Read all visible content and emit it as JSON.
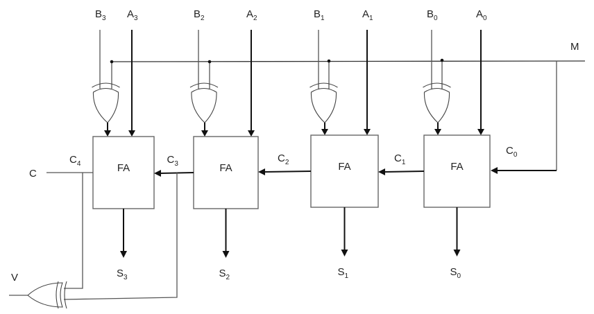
{
  "title": "4-bit adder-subtractor with overflow detection",
  "control_input": {
    "label": "M"
  },
  "carry_out": {
    "label": "C"
  },
  "overflow_out": {
    "label": "V"
  },
  "stages": [
    {
      "block": "FA",
      "a": {
        "base": "A",
        "sub": "3"
      },
      "b": {
        "base": "B",
        "sub": "3"
      },
      "s": {
        "base": "S",
        "sub": "3"
      },
      "cout": {
        "base": "C",
        "sub": "4"
      }
    },
    {
      "block": "FA",
      "a": {
        "base": "A",
        "sub": "2"
      },
      "b": {
        "base": "B",
        "sub": "2"
      },
      "s": {
        "base": "S",
        "sub": "2"
      },
      "cout": {
        "base": "C",
        "sub": "3"
      }
    },
    {
      "block": "FA",
      "a": {
        "base": "A",
        "sub": "1"
      },
      "b": {
        "base": "B",
        "sub": "1"
      },
      "s": {
        "base": "S",
        "sub": "1"
      },
      "cout": {
        "base": "C",
        "sub": "2"
      }
    },
    {
      "block": "FA",
      "a": {
        "base": "A",
        "sub": "0"
      },
      "b": {
        "base": "B",
        "sub": "0"
      },
      "s": {
        "base": "S",
        "sub": "0"
      },
      "cout": {
        "base": "C",
        "sub": "1"
      }
    }
  ],
  "carry_in": {
    "base": "C",
    "sub": "0"
  }
}
